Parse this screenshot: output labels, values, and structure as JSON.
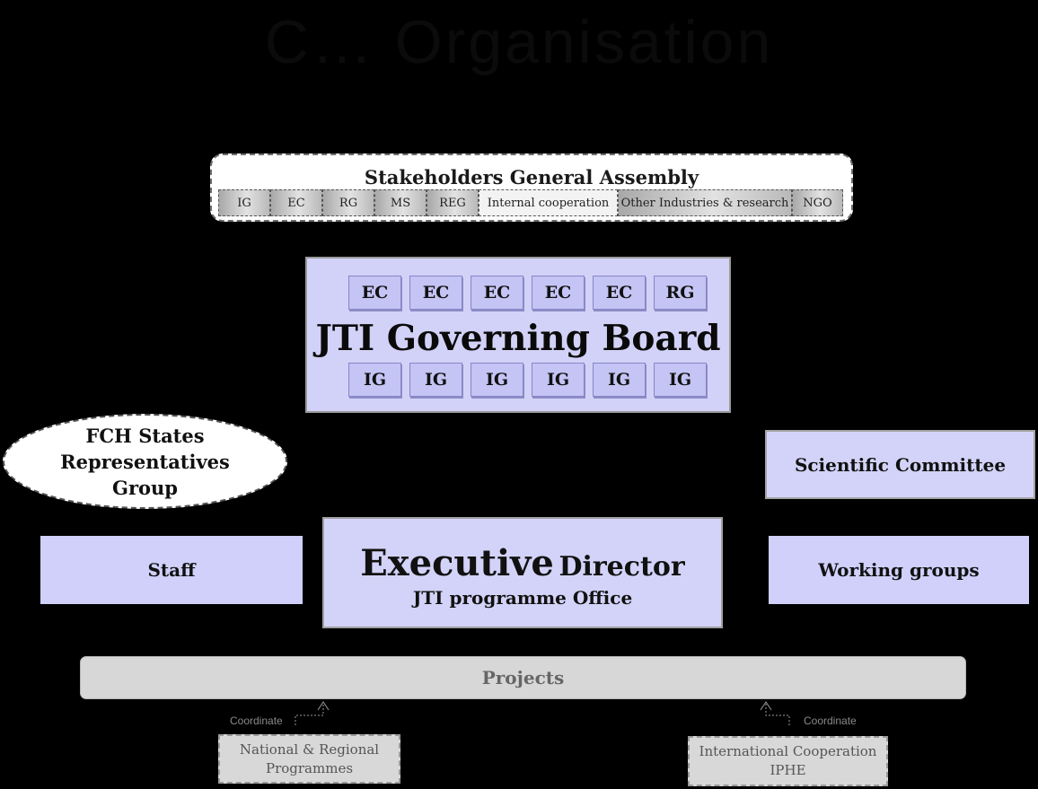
{
  "title": "C… Organisation",
  "stakeholders": {
    "title": "Stakeholders General Assembly",
    "members": [
      "IG",
      "EC",
      "RG",
      "MS",
      "REG",
      "Internal cooperation",
      "Other Industries & research",
      "NGO"
    ]
  },
  "governing_board": {
    "title": "JTI Governing Board",
    "top_row": [
      "EC",
      "EC",
      "EC",
      "EC",
      "EC",
      "RG"
    ],
    "bottom_row": [
      "IG",
      "IG",
      "IG",
      "IG",
      "IG",
      "IG"
    ]
  },
  "fch_group": {
    "lines": [
      "FCH States",
      "Representatives",
      "Group"
    ]
  },
  "scientific_committee": "Scientific Committee",
  "staff": "Staff",
  "working_groups": "Working groups",
  "executive": {
    "title_big": "Executive",
    "title_small": "Director",
    "subtitle": "JTI programme Office"
  },
  "projects": "Projects",
  "coordinate_left": "Coordinate",
  "coordinate_right": "Coordinate",
  "national_programmes": {
    "lines": [
      "National & Regional",
      "Programmes"
    ]
  },
  "international": {
    "lines": [
      "International Cooperation",
      "IPHE"
    ]
  }
}
